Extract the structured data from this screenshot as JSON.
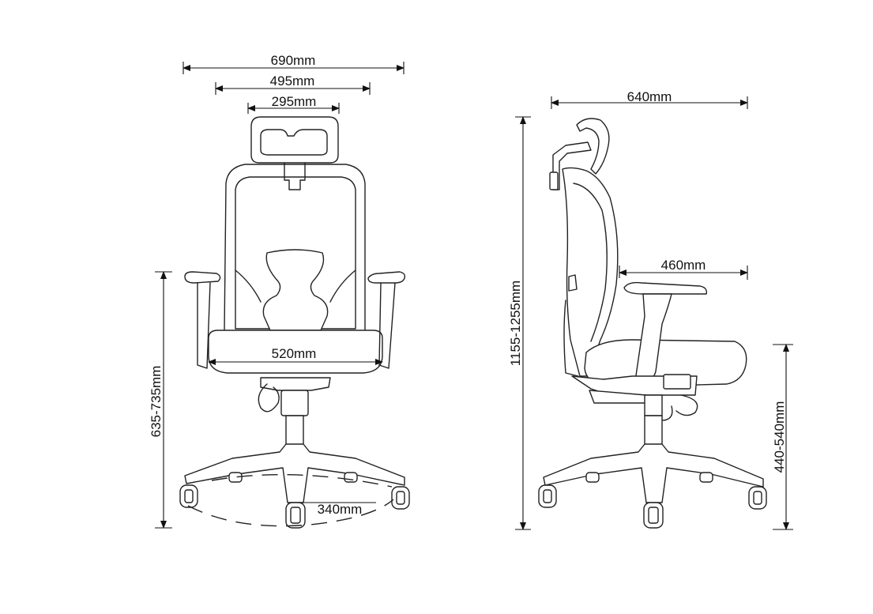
{
  "front_view": {
    "dim_overall_width": "690mm",
    "dim_arm_width": "495mm",
    "dim_headrest_width": "295mm",
    "dim_seat_width": "520mm",
    "dim_base_radius": "340mm",
    "dim_arm_height": "635-735mm"
  },
  "side_view": {
    "dim_depth": "640mm",
    "dim_seat_depth": "460mm",
    "dim_total_height": "1155-1255mm",
    "dim_seat_height": "440-540mm"
  },
  "colors": {
    "line": "#222222",
    "background": "#ffffff"
  }
}
